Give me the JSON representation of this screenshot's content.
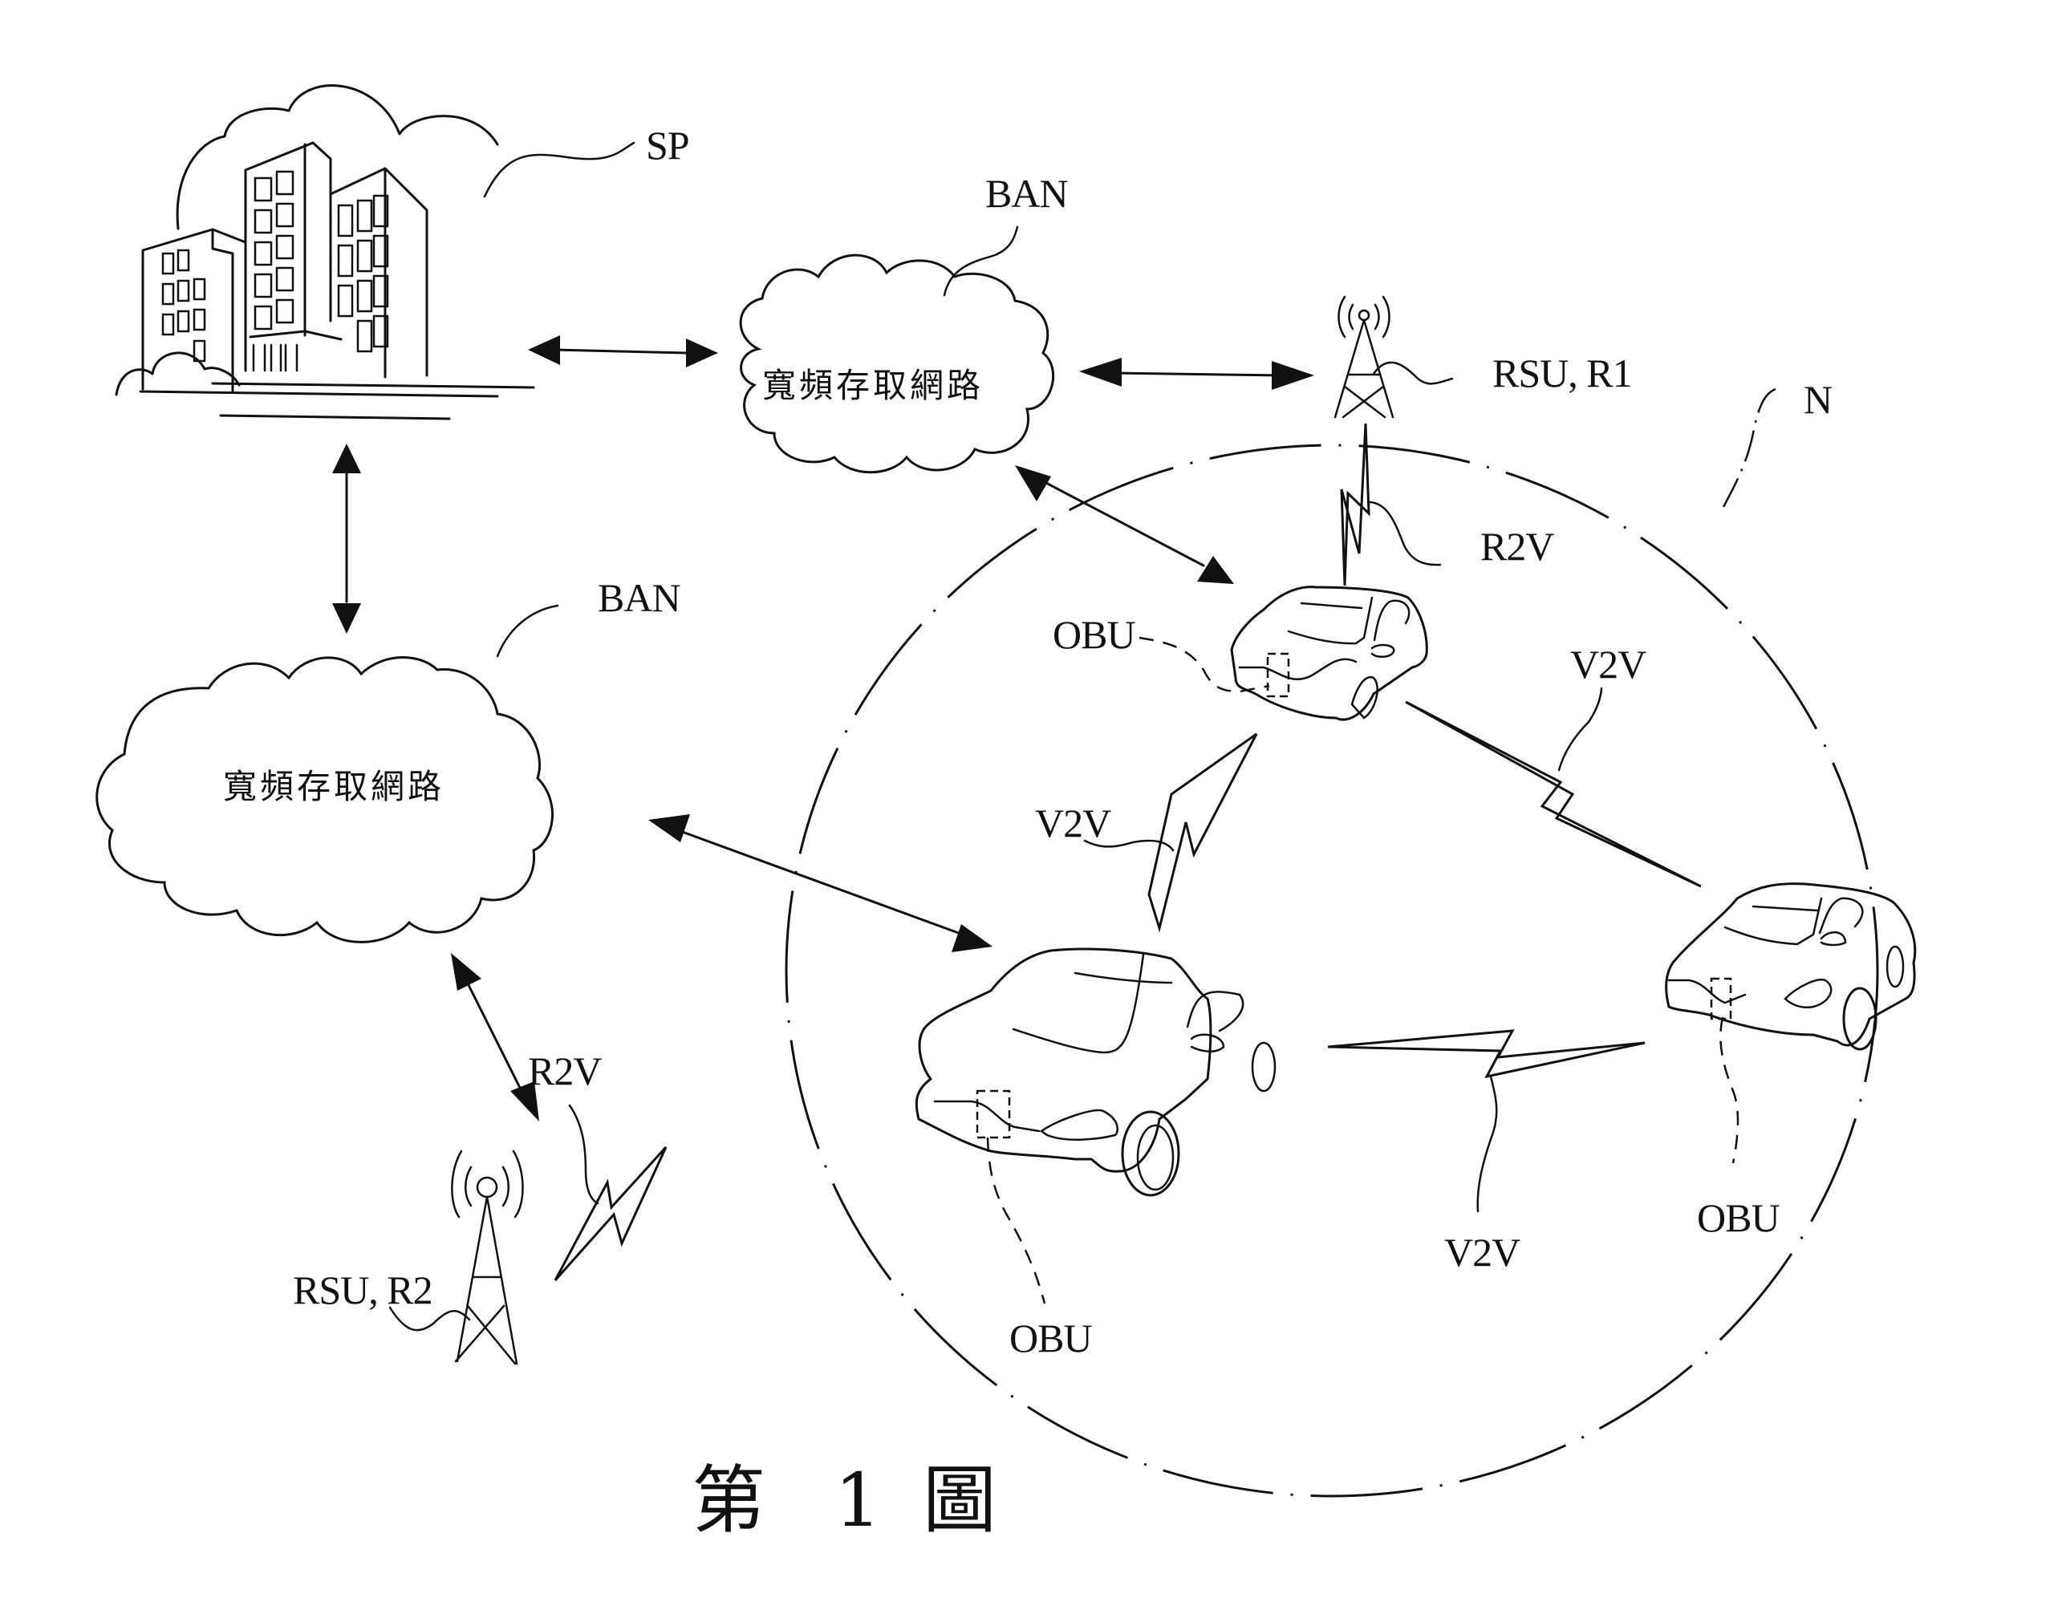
{
  "figure": {
    "title_parts": [
      "第",
      "1",
      "圖"
    ]
  },
  "nodes": {
    "service_provider": {
      "ref": "SP"
    },
    "ban_top": {
      "ref": "BAN",
      "text": "寬頻存取網路"
    },
    "ban_left": {
      "ref": "BAN",
      "text": "寬頻存取網路"
    },
    "rsu_r1": {
      "ref": "RSU, R1"
    },
    "rsu_r2": {
      "ref": "RSU, R2"
    },
    "network": {
      "ref": "N"
    },
    "car_top": {
      "obu_ref": "OBU"
    },
    "car_middle": {
      "obu_ref": "OBU"
    },
    "car_right": {
      "obu_ref": "OBU"
    }
  },
  "links": {
    "r2v_r1": "R2V",
    "r2v_r2": "R2V",
    "v2v_top_middle": "V2V",
    "v2v_top_right": "V2V",
    "v2v_middle_right": "V2V"
  }
}
